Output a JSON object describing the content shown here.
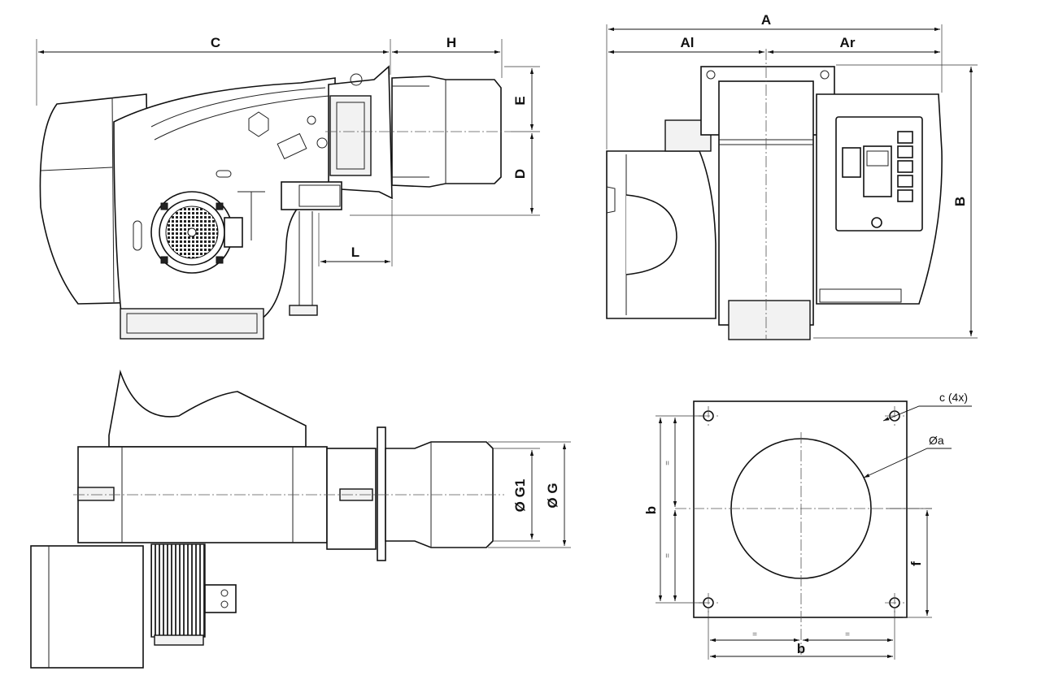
{
  "side_view": {
    "labels": {
      "C": "C",
      "H": "H",
      "E": "E",
      "D": "D",
      "L": "L"
    }
  },
  "front_view": {
    "labels": {
      "A": "A",
      "Al": "Al",
      "Ar": "Ar",
      "B": "B"
    }
  },
  "top_view": {
    "labels": {
      "G1": "Ø G1",
      "G": "Ø G"
    }
  },
  "flange_view": {
    "labels": {
      "c": "c (4x)",
      "a": "Øa",
      "b_vertical": "b",
      "b_horizontal": "b",
      "f": "f",
      "eq": "="
    }
  }
}
